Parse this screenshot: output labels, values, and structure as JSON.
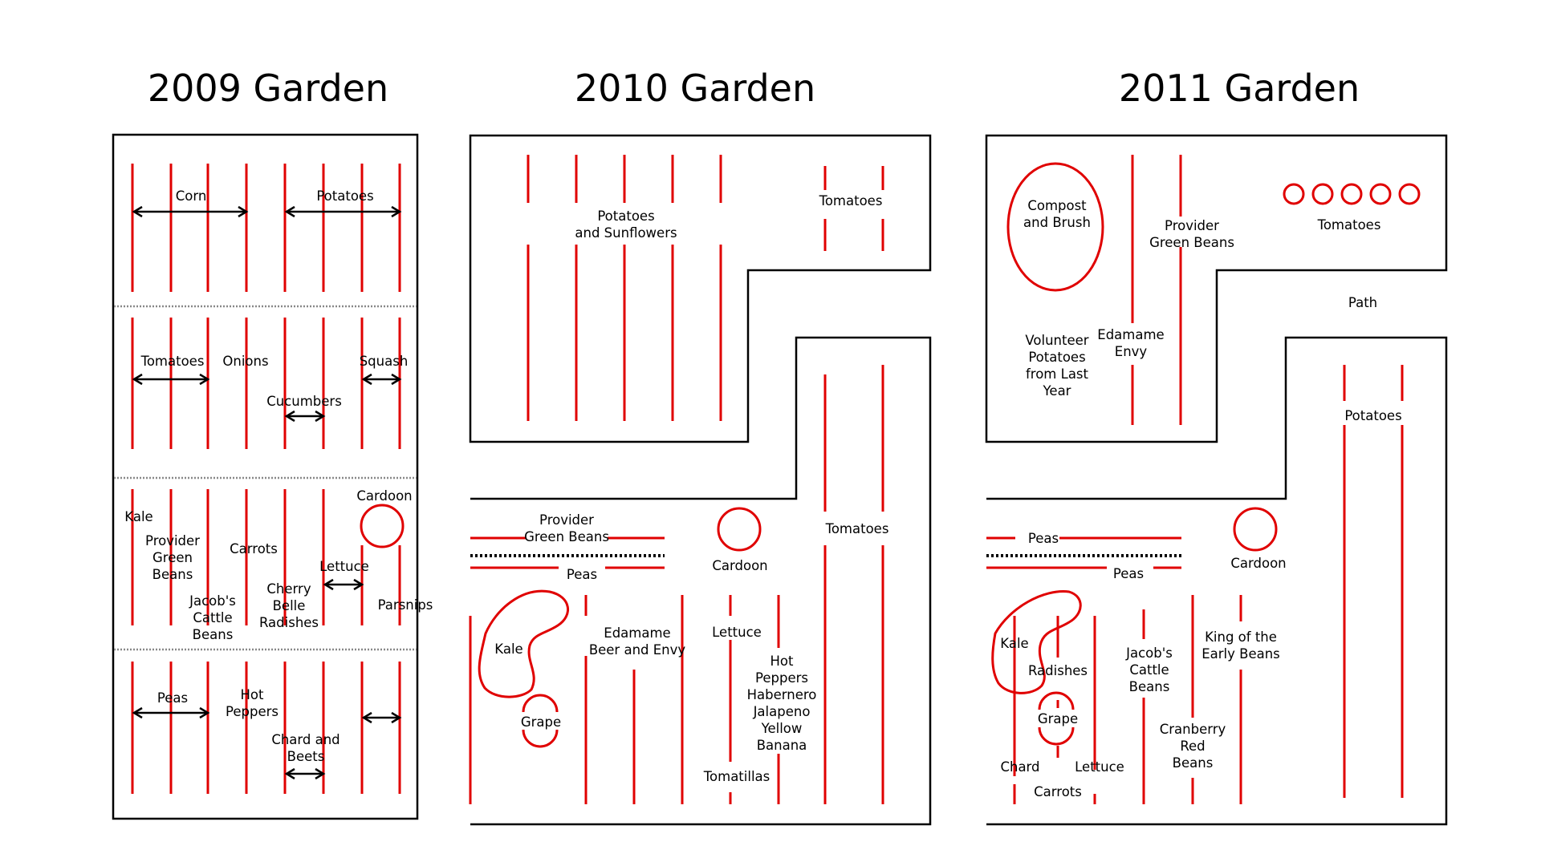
{
  "colors": {
    "row": "#e00000",
    "outline": "#000000",
    "background": "#ffffff"
  },
  "gardens": [
    {
      "title": "2009 Garden",
      "labels": [
        [
          "Corn"
        ],
        [
          "Potatoes"
        ],
        [
          "Tomatoes"
        ],
        [
          "Onions"
        ],
        [
          "Squash"
        ],
        [
          "Cucumbers"
        ],
        [
          "Cardoon"
        ],
        [
          "Kale"
        ],
        [
          "Provider",
          "Green",
          "Beans"
        ],
        [
          "Carrots"
        ],
        [
          "Lettuce"
        ],
        [
          "Jacob's",
          "Cattle",
          "Beans"
        ],
        [
          "Cherry",
          "Belle",
          "Radishes"
        ],
        [
          "Parsnips"
        ],
        [
          "Peas"
        ],
        [
          "Hot",
          "Peppers"
        ],
        [
          "Chard and",
          "Beets"
        ]
      ]
    },
    {
      "title": "2010 Garden",
      "labels": [
        [
          "Potatoes",
          "and Sunflowers"
        ],
        [
          "Tomatoes"
        ],
        [
          "Tomatoes"
        ],
        [
          "Provider",
          "Green Beans"
        ],
        [
          "Peas"
        ],
        [
          "Cardoon"
        ],
        [
          "Kale"
        ],
        [
          "Grape"
        ],
        [
          "Edamame",
          "Beer and Envy"
        ],
        [
          "Lettuce"
        ],
        [
          "Hot",
          "Peppers",
          "Habernero",
          "Jalapeno",
          "Yellow",
          "Banana"
        ],
        [
          "Tomatillas"
        ]
      ]
    },
    {
      "title": "2011 Garden",
      "labels": [
        [
          "Compost",
          "and Brush"
        ],
        [
          "Provider",
          "Green Beans"
        ],
        [
          "Tomatoes"
        ],
        [
          "Path"
        ],
        [
          "Volunteer",
          "Potatoes",
          "from Last",
          "Year"
        ],
        [
          "Edamame",
          "Envy"
        ],
        [
          "Potatoes"
        ],
        [
          "Peas"
        ],
        [
          "Peas"
        ],
        [
          "Cardoon"
        ],
        [
          "Kale"
        ],
        [
          "Radishes"
        ],
        [
          "Grape"
        ],
        [
          "Jacob's",
          "Cattle",
          "Beans"
        ],
        [
          "King of the",
          "Early Beans"
        ],
        [
          "Cranberry",
          "Red",
          "Beans"
        ],
        [
          "Chard"
        ],
        [
          "Lettuce"
        ],
        [
          "Carrots"
        ]
      ]
    }
  ]
}
